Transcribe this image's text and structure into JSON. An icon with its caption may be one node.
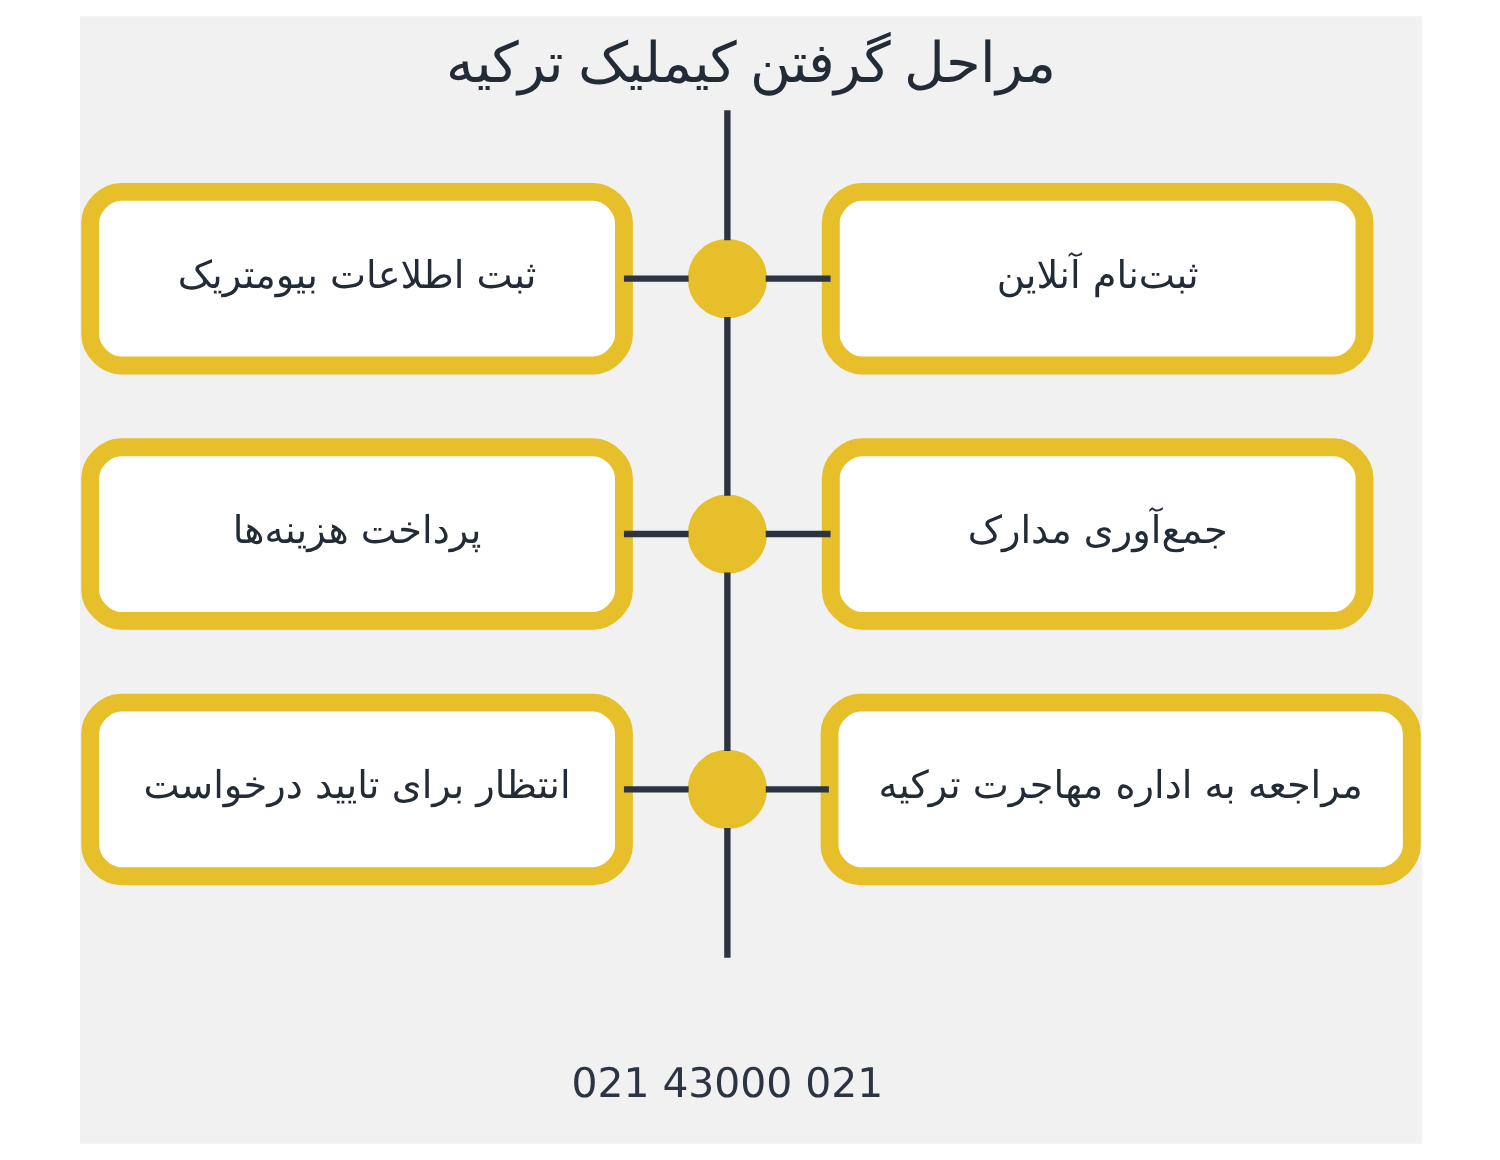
{
  "diagram": {
    "title": "مراحل گرفتن کیملیک ترکیه",
    "nodes": [
      {
        "text": [
          "ثبت‌نام آنلاین"
        ]
      },
      {
        "text": [],
        "shape": "circle"
      },
      {
        "text": [
          "ثبت اطلاعات بیومتریک"
        ]
      },
      {
        "text": [
          "جمع‌آوری مدارک"
        ]
      },
      {
        "text": [],
        "shape": "circle"
      },
      {
        "text": [
          "پرداخت هزینه‌ها"
        ]
      },
      {
        "text": [
          "مراجعه به اداره مهاجرت ترکیه"
        ]
      },
      {
        "text": [],
        "shape": "circle"
      },
      {
        "text": [
          "انتظار برای تایید درخواست"
        ]
      }
    ],
    "edges": [
      {
        "from": 2,
        "to": 1,
        "arrow": "none"
      },
      {
        "from": 1,
        "to": 0,
        "arrow": "none"
      },
      {
        "from": 5,
        "to": 4,
        "arrow": "none"
      },
      {
        "from": 4,
        "to": 3,
        "arrow": "none"
      },
      {
        "from": 8,
        "to": 7,
        "arrow": "none"
      },
      {
        "from": 7,
        "to": 6,
        "arrow": "none"
      },
      {
        "from": null,
        "to": 1,
        "arrow": "none"
      },
      {
        "from": 1,
        "to": 4,
        "arrow": "none"
      },
      {
        "from": 4,
        "to": 7,
        "arrow": "none"
      },
      {
        "from": 7,
        "to": null,
        "arrow": "none"
      }
    ],
    "labels": [
      "021 43000 021"
    ]
  }
}
